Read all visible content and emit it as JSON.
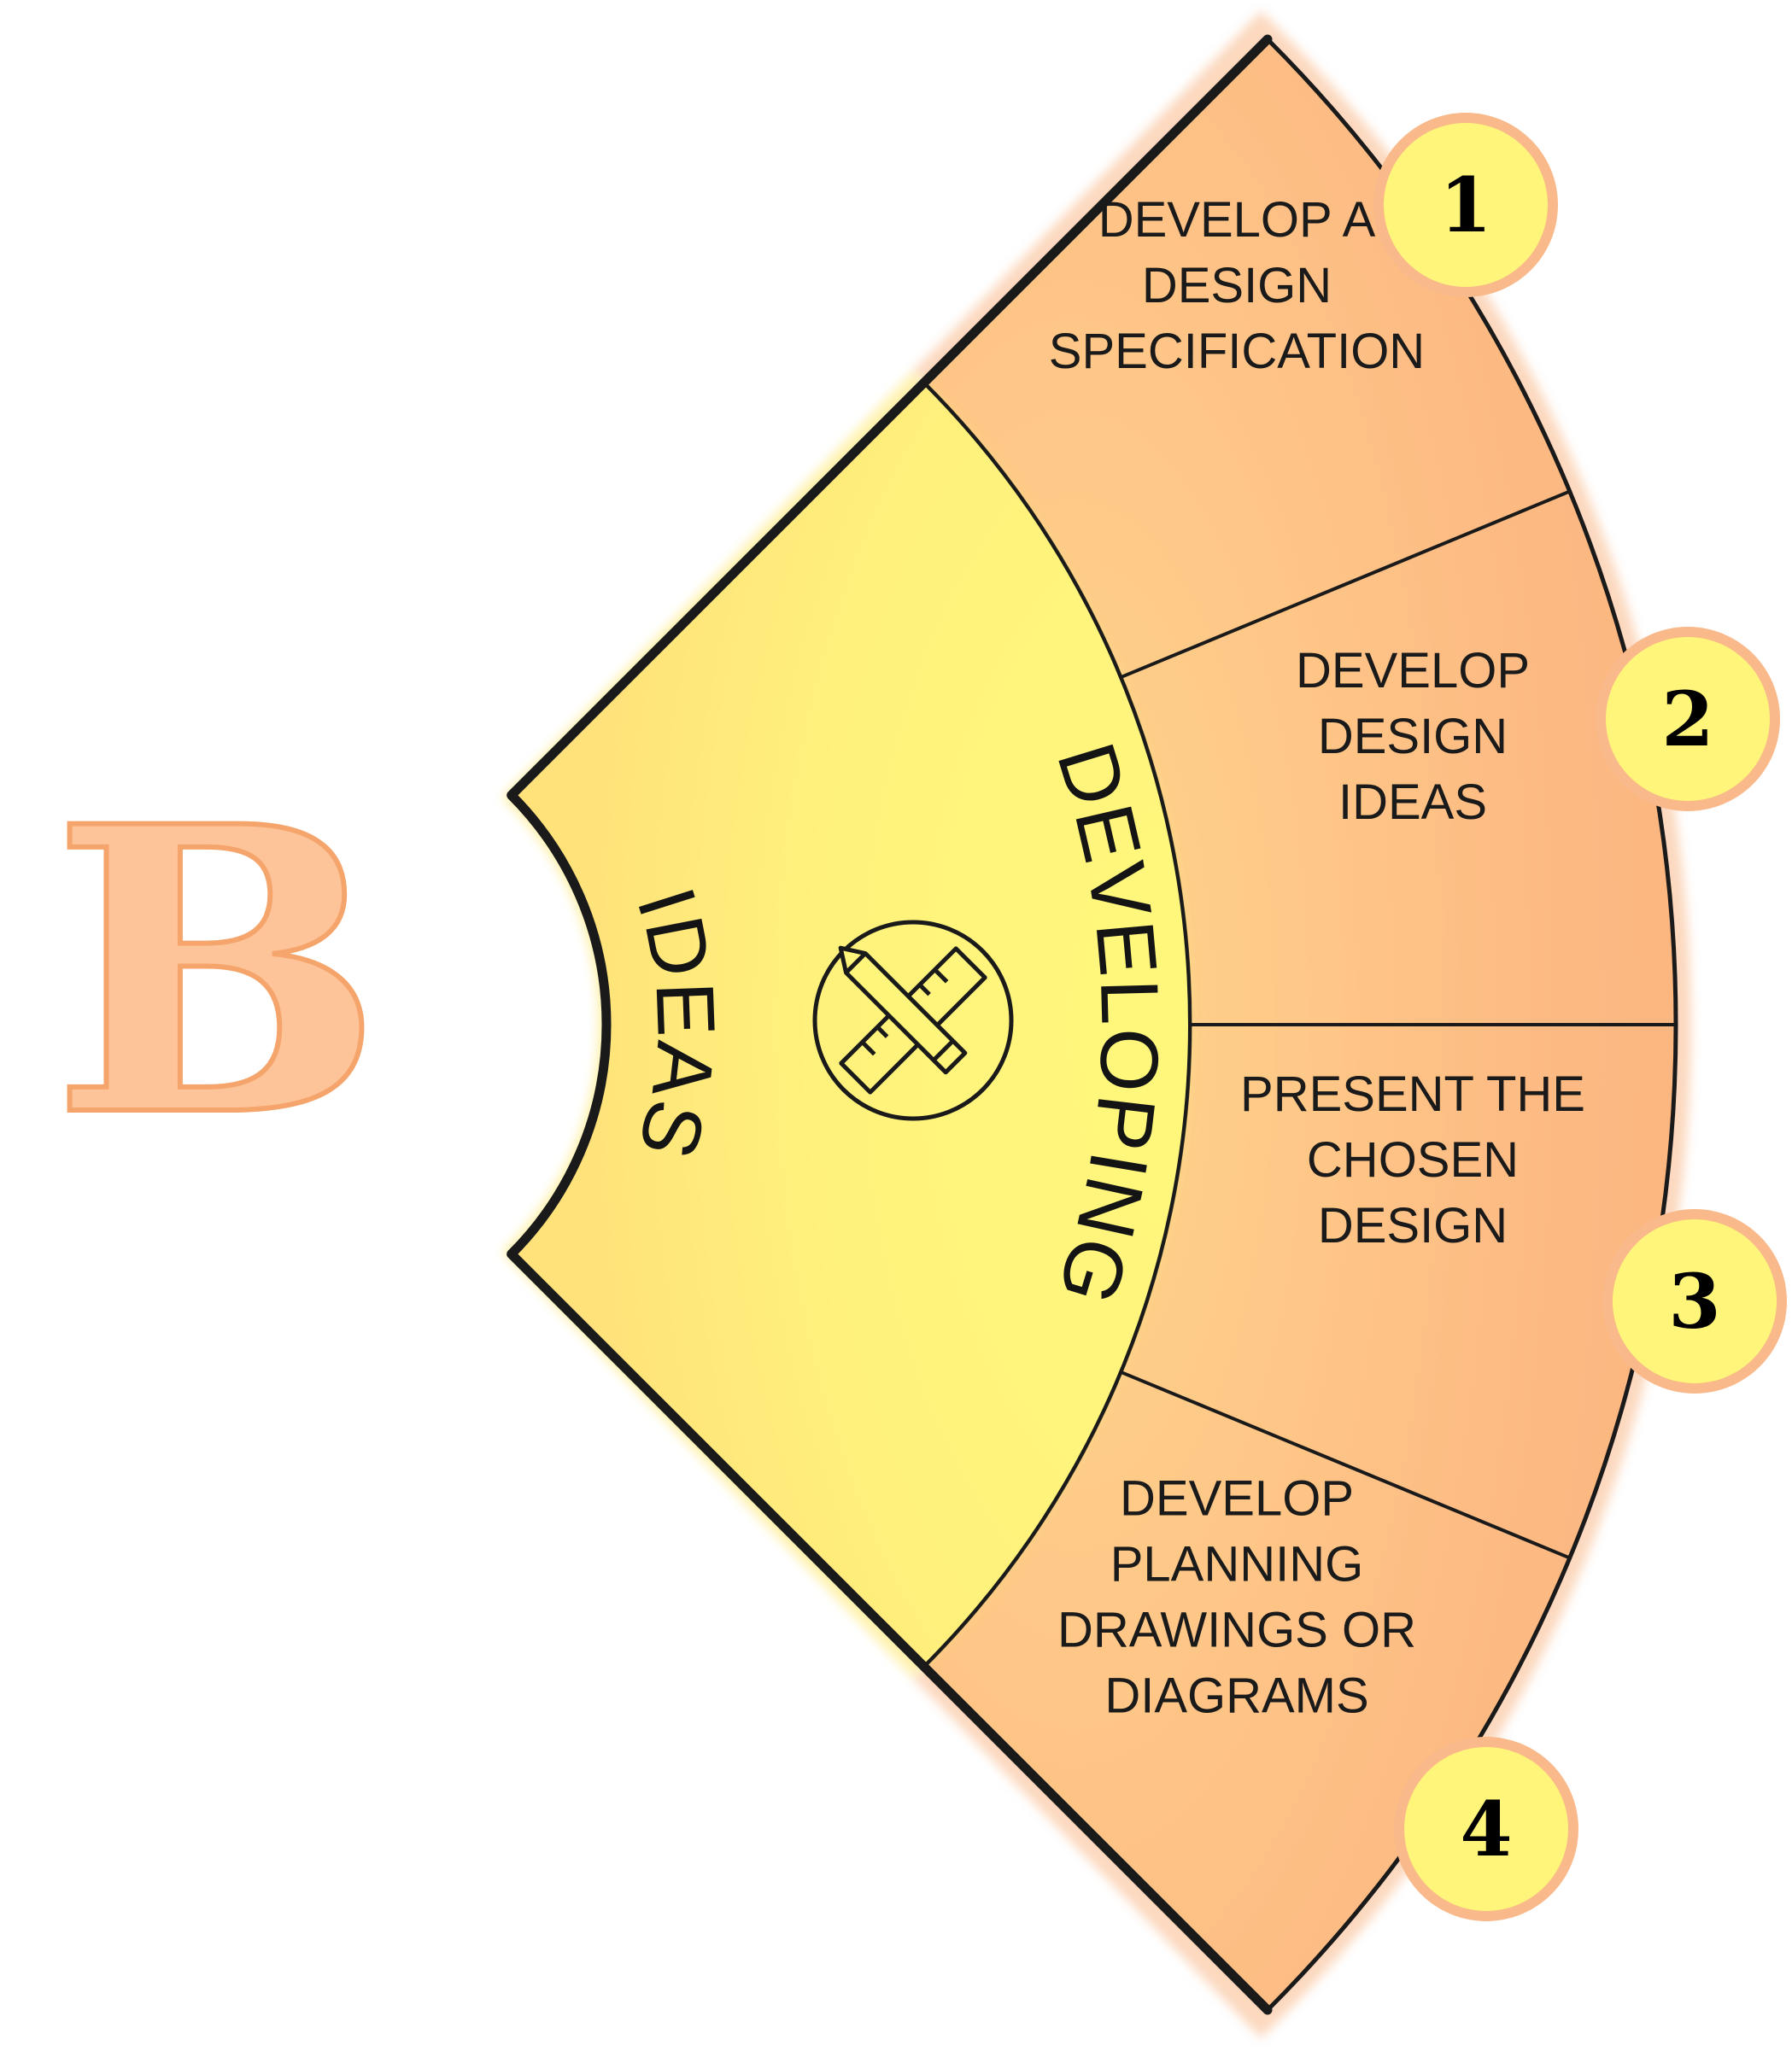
{
  "section_letter": "B",
  "inner_label": "IDEAS",
  "middle_label": "DEVELOPING",
  "center_icon": "pencil-ruler-icon",
  "steps": [
    {
      "number": "1",
      "lines": [
        "DEVELOP A",
        "DESIGN",
        "SPECIFICATION"
      ]
    },
    {
      "number": "2",
      "lines": [
        "DEVELOP",
        "DESIGN",
        "IDEAS"
      ]
    },
    {
      "number": "3",
      "lines": [
        "PRESENT THE",
        "CHOSEN",
        "DESIGN"
      ]
    },
    {
      "number": "4",
      "lines": [
        "DEVELOP",
        "PLANNING",
        "DRAWINGS OR",
        "DIAGRAMS"
      ]
    }
  ],
  "colors": {
    "yellow": "#fff57a",
    "orange": "#fdb784",
    "badge": "#fff57a",
    "badge_ring": "#f9b98a",
    "outline": "#1a1a1a"
  }
}
